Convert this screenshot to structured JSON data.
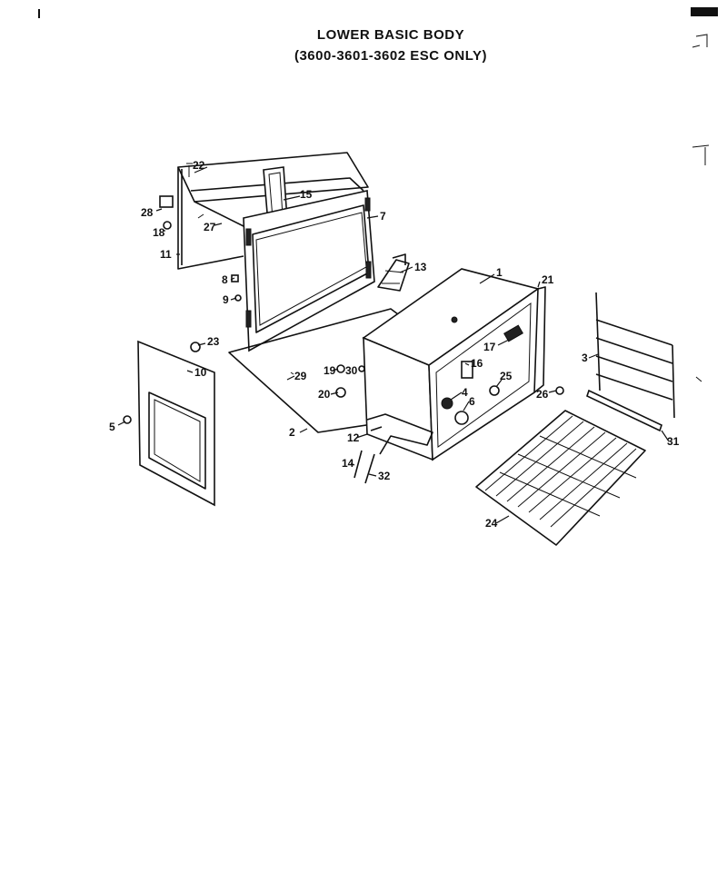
{
  "header": {
    "title": "LOWER BASIC BODY",
    "subtitle": "(3600-3601-3602 ESC ONLY)"
  },
  "labels": {
    "p1": "1",
    "p2": "2",
    "p3": "3",
    "p4": "4",
    "p5": "5",
    "p6": "6",
    "p7": "7",
    "p8": "8",
    "p9": "9",
    "p10": "10",
    "p11": "11",
    "p12": "12",
    "p13": "13",
    "p14": "14",
    "p15": "15",
    "p16": "16",
    "p17": "17",
    "p18": "18",
    "p19": "19",
    "p20": "20",
    "p21": "21",
    "p22": "22",
    "p23": "23",
    "p24": "24",
    "p25": "25",
    "p26": "26",
    "p27": "27",
    "p28": "28",
    "p29": "29",
    "p30": "30",
    "p31": "31",
    "p32": "32"
  }
}
